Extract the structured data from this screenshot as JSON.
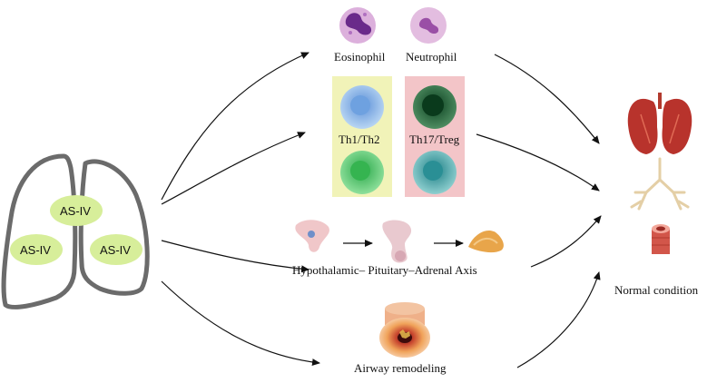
{
  "lung_left": {
    "badges": [
      "AS-IV",
      "AS-IV",
      "AS-IV"
    ]
  },
  "granulocytes": {
    "eosinophil": "Eosinophil",
    "neutrophil": "Neutrophil"
  },
  "t_cells": {
    "th1_th2": "Th1/Th2",
    "th17_treg": "Th17/Treg"
  },
  "hpa": {
    "label": "Hypothalamic– Pituitary–Adrenal Axis"
  },
  "airway": {
    "label": "Airway remodeling"
  },
  "outcome": {
    "label": "Normal condition"
  },
  "colors": {
    "lung_outline": "#6b6b6b",
    "badge_fill": "#d7ee9a",
    "th_panel": "#f1f3b8",
    "treg_panel": "#f3c5c8",
    "th1_cell": "#8fb8ea",
    "th2_cell": "#45c058",
    "th17_cell": "#1f6a3a",
    "treg_cell": "#3aa3a3",
    "granule_cell": "#d9a6d6",
    "lung_red": "#b8332c"
  }
}
